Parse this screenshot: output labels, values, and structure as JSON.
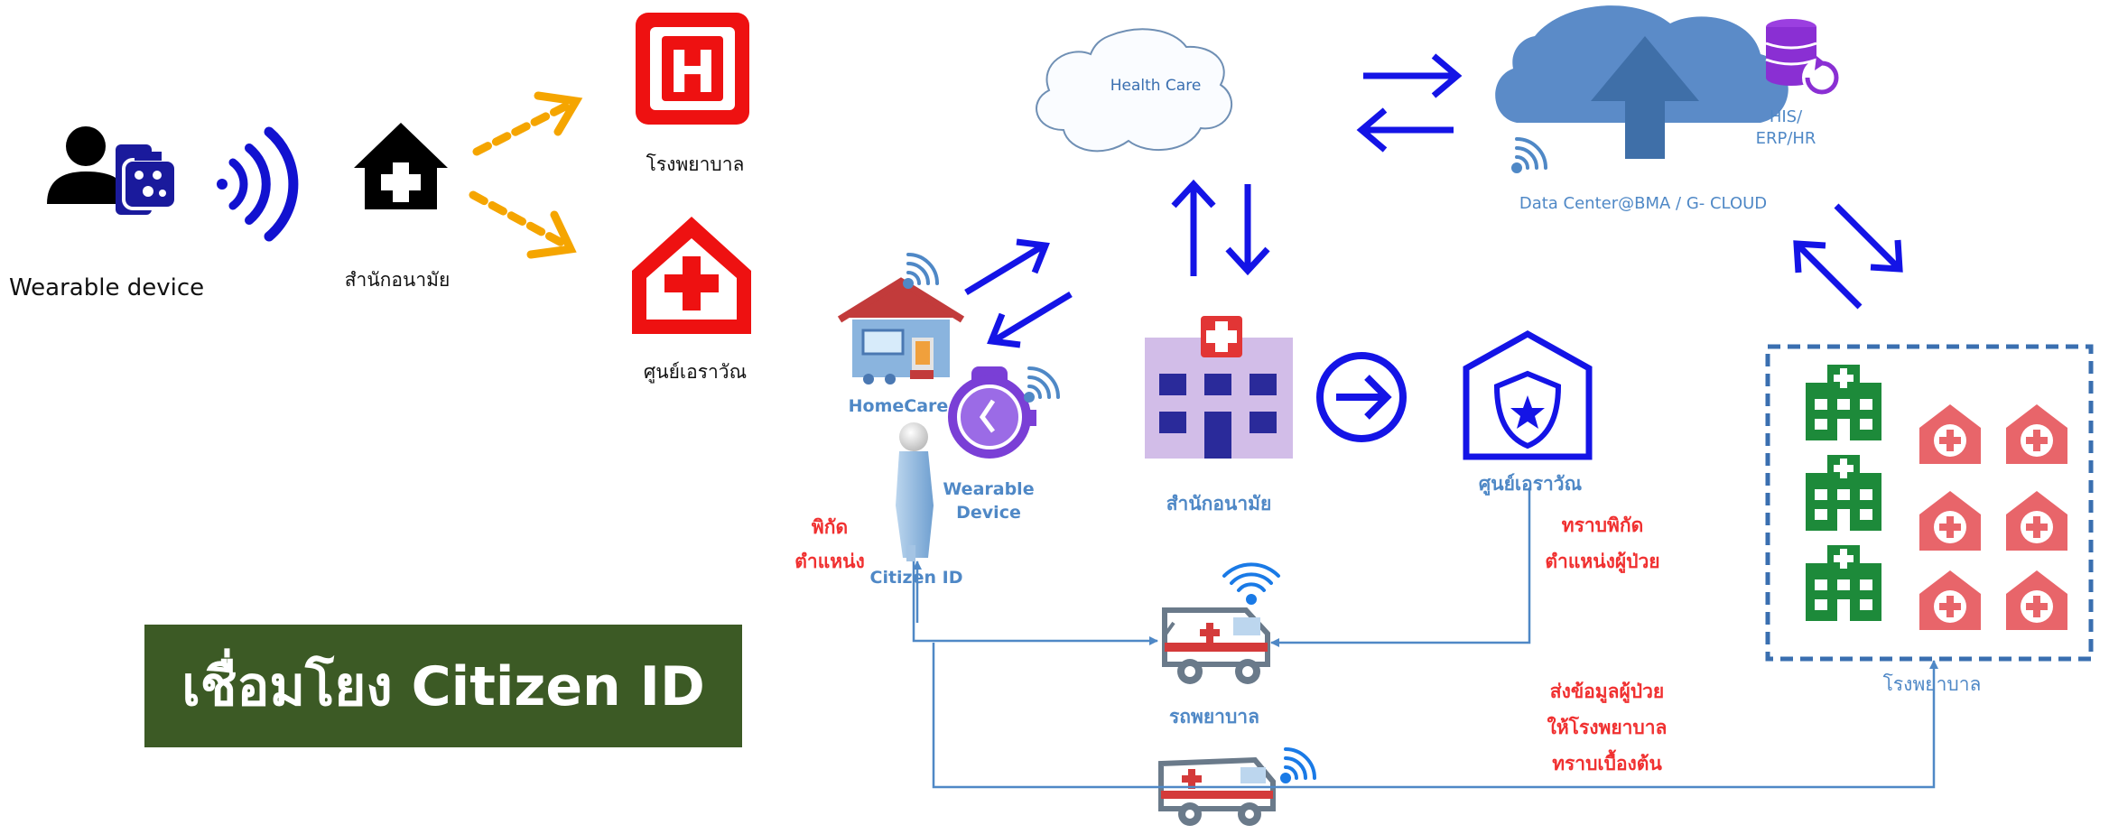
{
  "left_panel": {
    "wearable_label": "Wearable device",
    "health_office_label": "สำนักอนามัย",
    "hospital_label": "โรงพยาบาล",
    "elderly_center_label": "ศูนย์เอราวัณ",
    "hospital_sign_letter": "H"
  },
  "banner": {
    "text": "เชื่อมโยง Citizen ID"
  },
  "network": {
    "cloud_label": "Health Care",
    "data_center_label": "Data Center@BMA / G- CLOUD",
    "his_label_line1": "HIS/",
    "his_label_line2": "ERP/HR",
    "homecare_label": "HomeCare",
    "wearable_label_line1": "Wearable",
    "wearable_label_line2": "Device",
    "citizen_label": "Citizen ID",
    "location_label_line1": "พิกัด",
    "location_label_line2": "ตำแหน่ง",
    "health_office_label": "สำนักอนามัย",
    "erawan_label": "ศูนย์เอราวัณ",
    "know_location_line1": "ทราบพิกัด",
    "know_location_line2": "ตำแหน่งผู้ป่วย",
    "ambulance_label": "รถพยาบาล",
    "send_data_line1": "ส่งข้อมูลผู้ป่วย",
    "send_data_line2": "ให้โรงพยาบาล",
    "send_data_line3": "ทราบเบื้องต้น",
    "hospital_group_label": "โรงพยาบาล"
  },
  "colors": {
    "arrow_blue": "#1414e6",
    "link_blue": "#4f88c6",
    "alert_red": "#f03030",
    "orange_arrow": "#f5a500",
    "hospital_red": "#ee1111",
    "banner_green": "#3c5a25",
    "hospital_green": "#1d8a3a",
    "purple": "#7a3fd6"
  }
}
